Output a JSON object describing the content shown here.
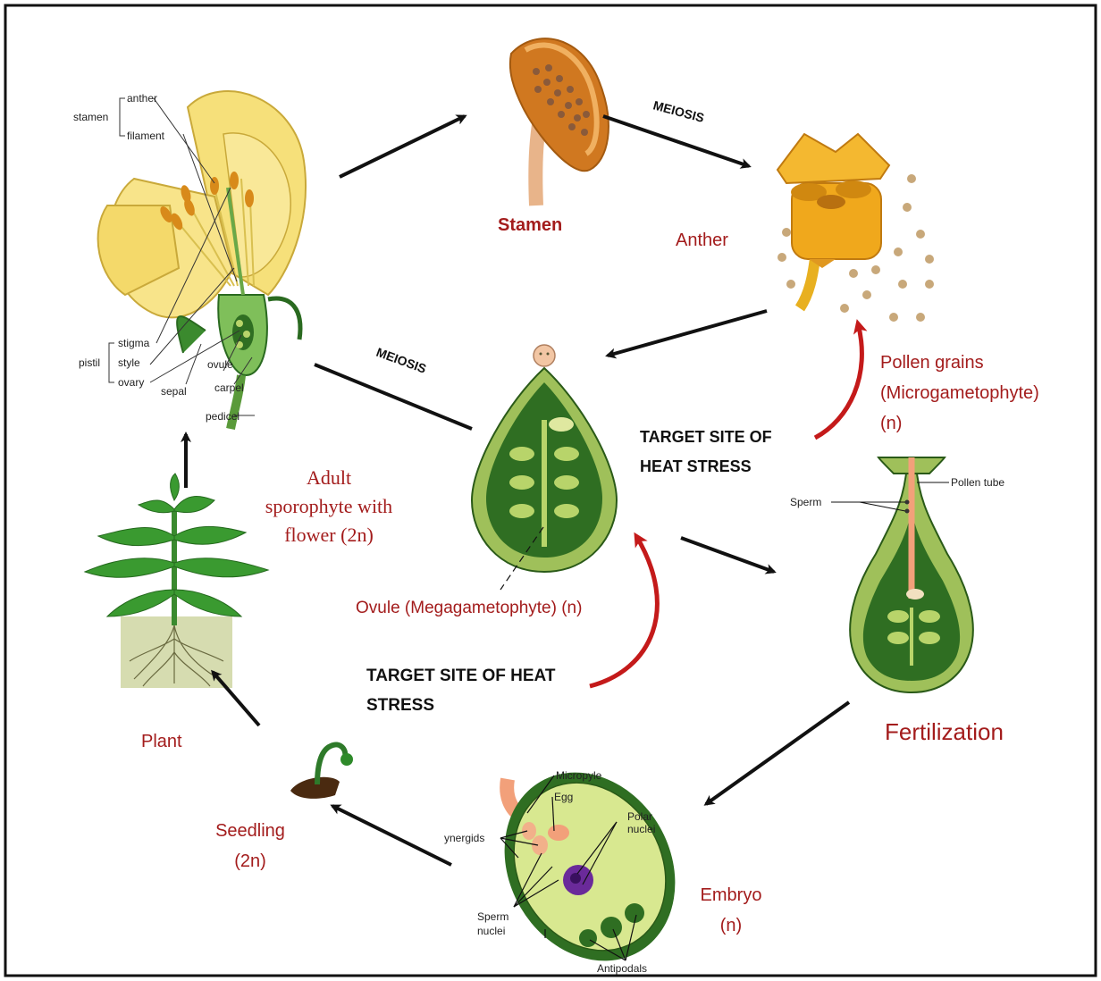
{
  "labels": {
    "stamen": "Stamen",
    "anther": "Anther",
    "meiosis_top": "MEIOSIS",
    "meiosis_mid": "MEIOSIS",
    "pollen_line1": "Pollen grains",
    "pollen_line2": "(Microgametophyte)",
    "pollen_line3": "(n)",
    "target1_line1": "TARGET  SITE OF",
    "target1_line2": "HEAT  STRESS",
    "adult_line1": "Adult",
    "adult_line2": "sporophyte with",
    "adult_line3": "flower (2n)",
    "ovule": "Ovule (Megagametophyte) (n)",
    "target2_line1": "TARGET SITE OF HEAT",
    "target2_line2": "STRESS",
    "fertilization": "Fertilization",
    "plant": "Plant",
    "seedling_line1": "Seedling",
    "seedling_line2": "(2n)",
    "embryo_line1": "Embryo",
    "embryo_line2": "(n)"
  },
  "flower_parts": {
    "stamen": "stamen",
    "anther": "anther",
    "filament": "filament",
    "pistil": "pistil",
    "stigma": "stigma",
    "style": "style",
    "ovary": "ovary",
    "sepal": "sepal",
    "ovule": "ovule",
    "carpel": "carpel",
    "pedicel": "pedicel"
  },
  "fertilization_parts": {
    "pollen_tube": "Pollen tube",
    "sperm": "Sperm"
  },
  "embryo_parts": {
    "micropyle": "Micropyle",
    "egg": "Egg",
    "synergids": "ynergids",
    "polar_line1": "Polar",
    "polar_line2": "nuclei",
    "sperm_line1": "Sperm",
    "sperm_line2": "nuclei",
    "antipodals": "Antipodals"
  },
  "colors": {
    "label_red": "#a31c1c",
    "arrow_red": "#c41a1a",
    "ovule_green": "#2f6e22",
    "ovule_light": "#b8d46a",
    "flower_yellow": "#f6e07a",
    "anther_orange": "#f0a81c"
  }
}
